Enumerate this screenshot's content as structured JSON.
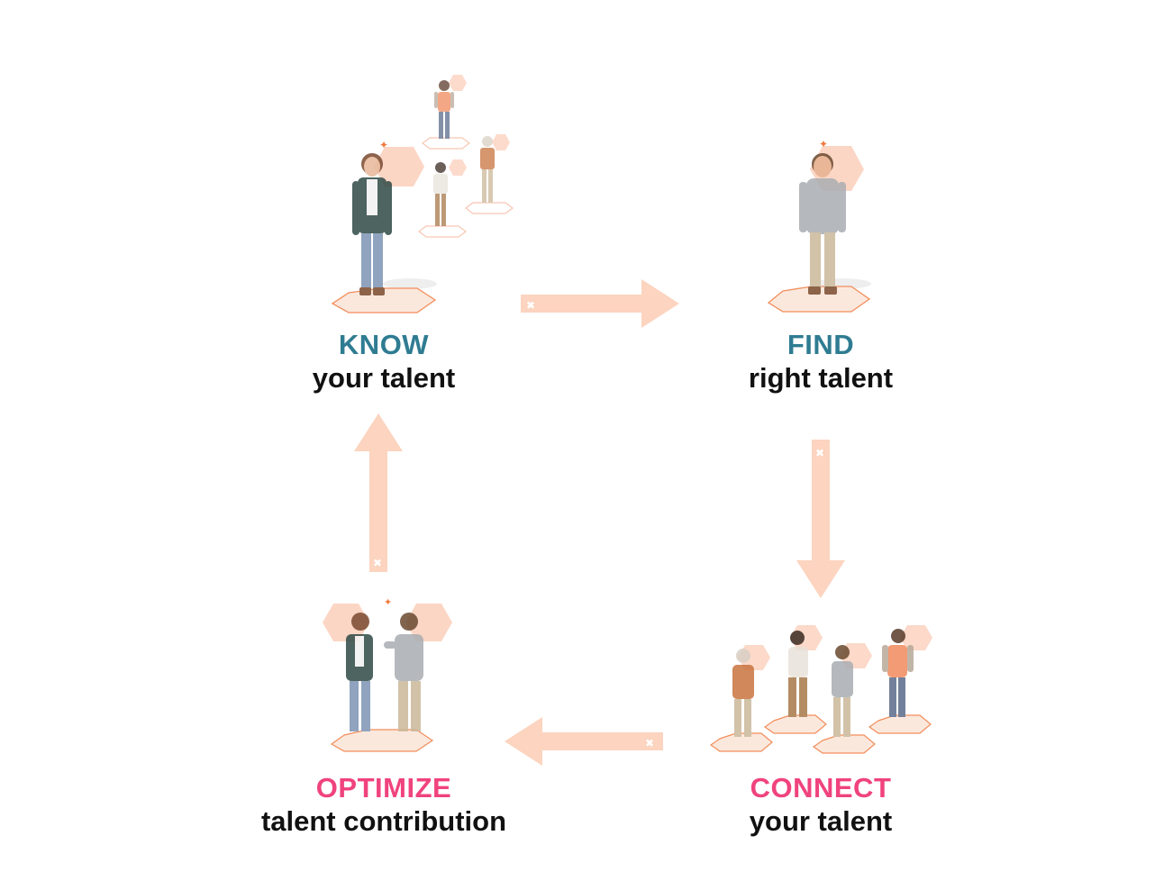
{
  "colors": {
    "teal": "#2f7c92",
    "pink": "#f0437e",
    "arrow": "#fcd4bf",
    "hexagon": "#fcd2bf",
    "accent_orange": "#f07a3e",
    "text_dark": "#111111"
  },
  "stages": [
    {
      "id": "know",
      "keyword": "KNOW",
      "subtitle": "your talent",
      "keyword_color": "#2f7c92"
    },
    {
      "id": "find",
      "keyword": "FIND",
      "subtitle": "right talent",
      "keyword_color": "#2f7c92"
    },
    {
      "id": "connect",
      "keyword": "CONNECT",
      "subtitle": "your talent",
      "keyword_color": "#f0437e"
    },
    {
      "id": "optimize",
      "keyword": "OPTIMIZE",
      "subtitle": "talent contribution",
      "keyword_color": "#f0437e"
    }
  ],
  "flow": [
    {
      "from": "know",
      "to": "find"
    },
    {
      "from": "find",
      "to": "connect"
    },
    {
      "from": "connect",
      "to": "optimize"
    },
    {
      "from": "optimize",
      "to": "know"
    }
  ]
}
